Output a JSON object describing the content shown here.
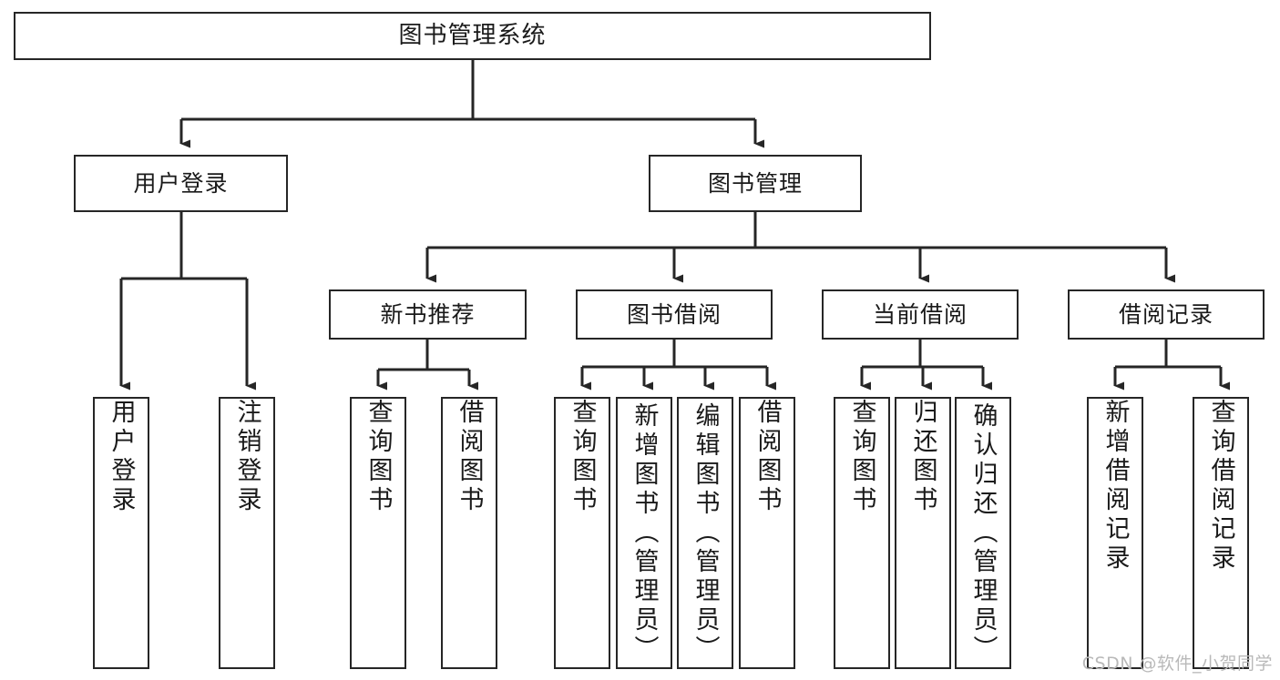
{
  "diagram": {
    "title": "图书管理系统",
    "type": "tree",
    "watermark": "CSDN @软件_小贺同学",
    "colors": {
      "box_border": "#262626",
      "box_fill": "#ffffff",
      "edge": "#262626",
      "text": "#1a1a1a",
      "watermark": "#b9b9b9",
      "background": "#ffffff"
    },
    "root": {
      "label": "图书管理系统"
    },
    "level2": [
      {
        "label": "用户登录"
      },
      {
        "label": "图书管理"
      }
    ],
    "level3": [
      {
        "label": "新书推荐"
      },
      {
        "label": "图书借阅"
      },
      {
        "label": "当前借阅"
      },
      {
        "label": "借阅记录"
      }
    ],
    "leaves": {
      "user_login": [
        {
          "label": "用户登录"
        },
        {
          "label": "注销登录"
        }
      ],
      "new_book_recommend": [
        {
          "label": "查询图书"
        },
        {
          "label": "借阅图书"
        }
      ],
      "book_borrow": [
        {
          "label": "查询图书"
        },
        {
          "label": "新增图书（管理员）"
        },
        {
          "label": "编辑图书（管理员）"
        },
        {
          "label": "借阅图书"
        }
      ],
      "current_borrow": [
        {
          "label": "查询图书"
        },
        {
          "label": "归还图书"
        },
        {
          "label": "确认归还（管理员）"
        }
      ],
      "borrow_record": [
        {
          "label": "新增借阅记录"
        },
        {
          "label": "查询借阅记录"
        }
      ]
    }
  }
}
